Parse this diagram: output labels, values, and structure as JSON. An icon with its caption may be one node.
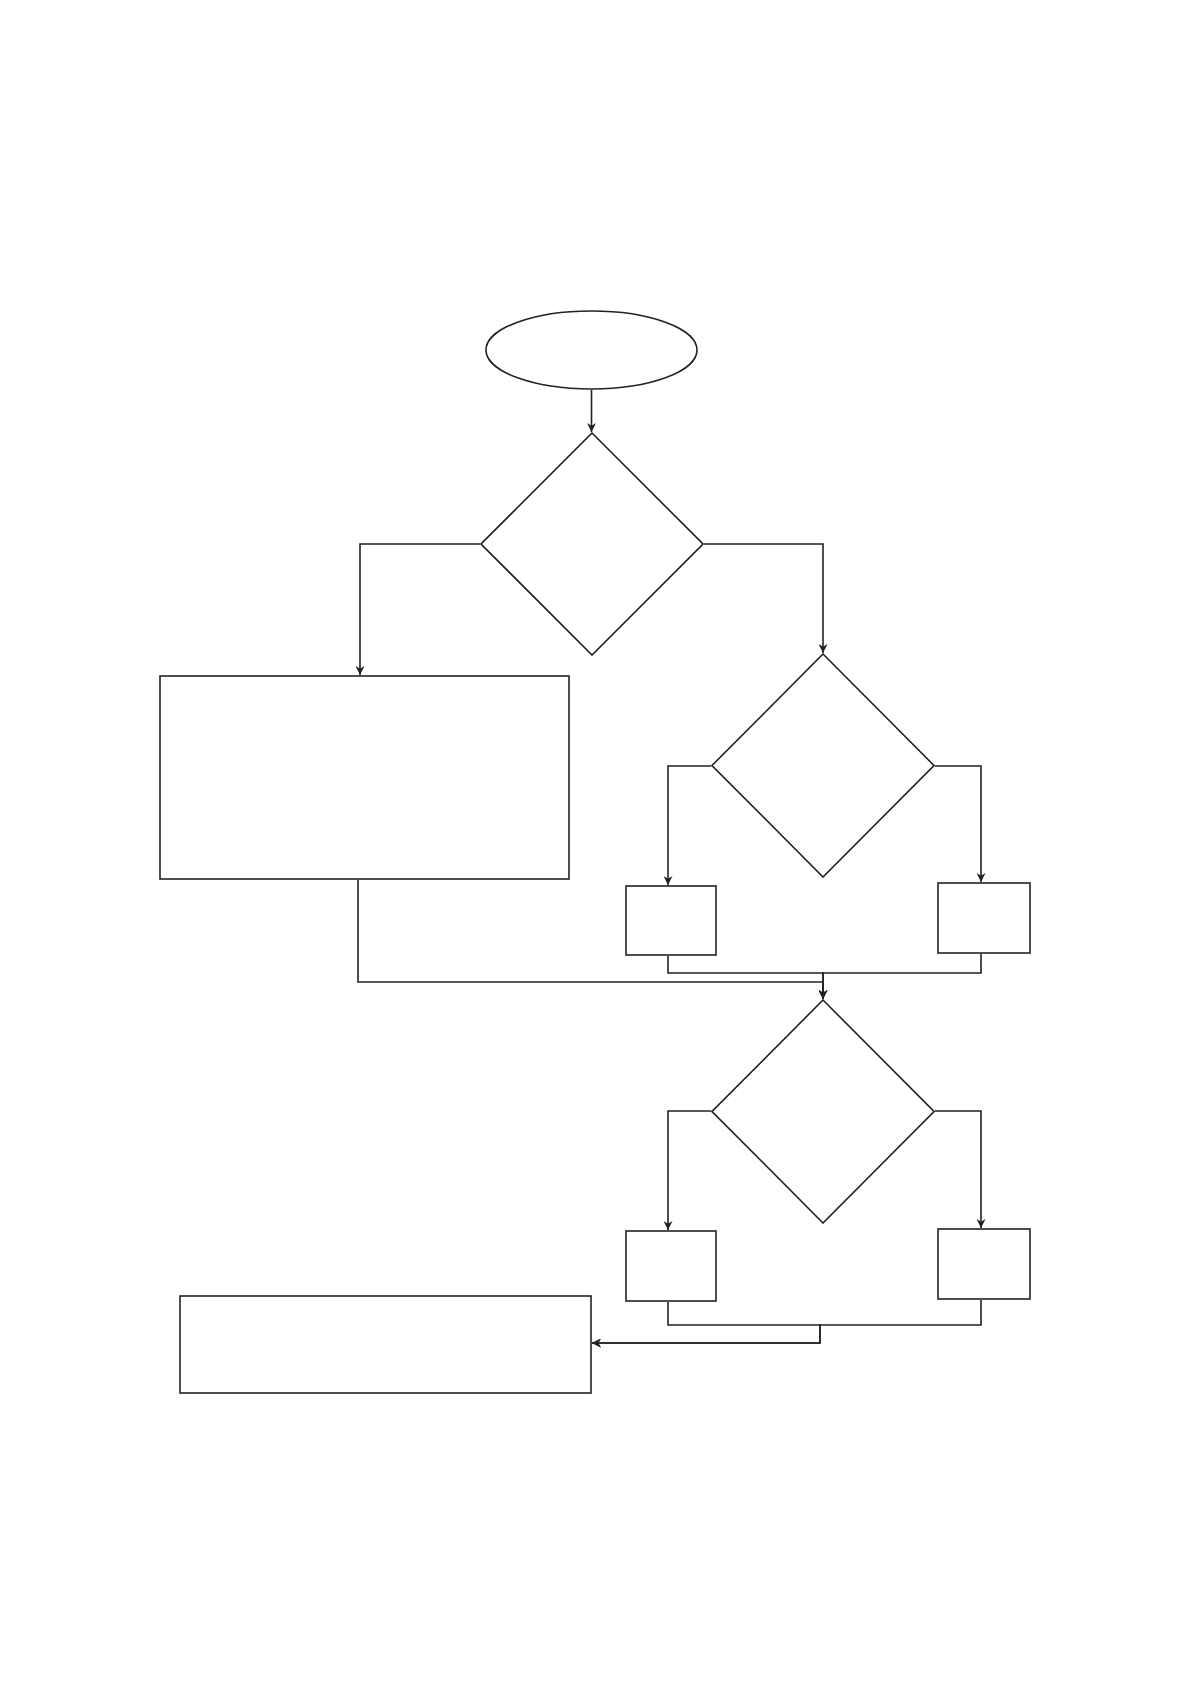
{
  "diagram": {
    "nodes": [
      {
        "text": [],
        "shape": "ellipse"
      },
      {
        "text": [],
        "shape": "diamond"
      },
      {
        "text": [],
        "shape": "box"
      },
      {
        "text": [],
        "shape": "diamond"
      },
      {
        "text": [],
        "shape": "box"
      },
      {
        "text": [],
        "shape": "box"
      },
      {
        "text": [],
        "shape": "diamond"
      },
      {
        "text": [],
        "shape": "box"
      },
      {
        "text": [],
        "shape": "box"
      },
      {
        "text": [],
        "shape": "box"
      }
    ],
    "edges": [
      {
        "from": 0,
        "to": 1,
        "arrow": "to"
      },
      {
        "from": 1,
        "to": 2,
        "arrow": "to"
      },
      {
        "from": 1,
        "to": 3,
        "arrow": "to"
      },
      {
        "from": 3,
        "to": 4,
        "arrow": "to"
      },
      {
        "from": 3,
        "to": 5,
        "arrow": "to"
      },
      {
        "from": 2,
        "to": 6,
        "arrow": "to"
      },
      {
        "from": 4,
        "to": 6,
        "arrow": "to"
      },
      {
        "from": 5,
        "to": 6,
        "arrow": "to"
      },
      {
        "from": 6,
        "to": 7,
        "arrow": "to"
      },
      {
        "from": 6,
        "to": 8,
        "arrow": "to"
      },
      {
        "from": 7,
        "to": 9,
        "arrow": "to"
      },
      {
        "from": 8,
        "to": 9,
        "arrow": "to"
      }
    ]
  }
}
